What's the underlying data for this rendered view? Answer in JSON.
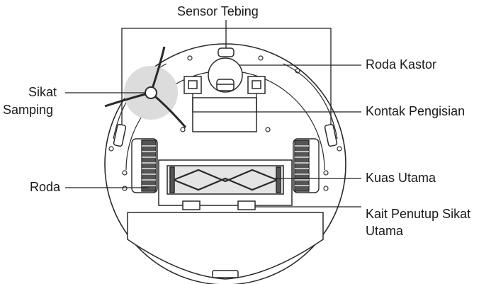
{
  "labels": {
    "cliff_sensor": "Sensor Tebing",
    "side_brush_line1": "Sikat",
    "side_brush_line2": "Samping",
    "caster_wheel": "Roda Kastor",
    "charging_contacts": "Kontak Pengisian",
    "wheel": "Roda",
    "main_brush": "Kuas Utama",
    "brush_cover_latch_line1": "Kait Penutup Sikat",
    "brush_cover_latch_line2": "Utama"
  },
  "colors": {
    "line": "#222222",
    "outline": "#2a2a2a",
    "background": "#ffffff",
    "shade": "#d8d8d8",
    "dark": "#3a3a3a"
  }
}
